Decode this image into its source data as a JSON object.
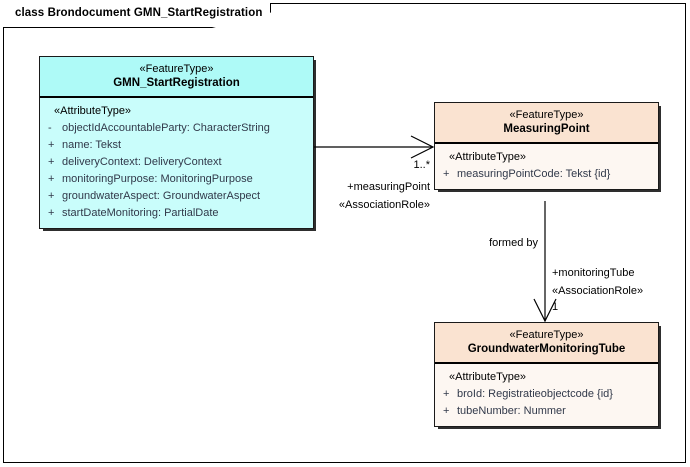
{
  "frame": {
    "title": "class Brondocument GMN_StartRegistration"
  },
  "classes": [
    {
      "id": "gmn-start-registration",
      "stereotype": "«FeatureType»",
      "name": "GMN_StartRegistration",
      "section_stereotype": "«AttributeType»",
      "attributes": [
        {
          "visibility": "-",
          "text": "objectIdAccountableParty: CharacterString"
        },
        {
          "visibility": "+",
          "text": "name: Tekst"
        },
        {
          "visibility": "+",
          "text": "deliveryContext: DeliveryContext"
        },
        {
          "visibility": "+",
          "text": "monitoringPurpose: MonitoringPurpose"
        },
        {
          "visibility": "+",
          "text": "groundwaterAspect: GroundwaterAspect"
        },
        {
          "visibility": "+",
          "text": "startDateMonitoring: PartialDate"
        }
      ]
    },
    {
      "id": "measuring-point",
      "stereotype": "«FeatureType»",
      "name": "MeasuringPoint",
      "section_stereotype": "«AttributeType»",
      "attributes": [
        {
          "visibility": "+",
          "text": "measuringPointCode: Tekst {id}"
        }
      ]
    },
    {
      "id": "groundwater-monitoring-tube",
      "stereotype": "«FeatureType»",
      "name": "GroundwaterMonitoringTube",
      "section_stereotype": "«AttributeType»",
      "attributes": [
        {
          "visibility": "+",
          "text": "broId: Registratieobjectcode {id}"
        },
        {
          "visibility": "+",
          "text": "tubeNumber: Nummer"
        }
      ]
    }
  ],
  "associations": [
    {
      "id": "gmn-to-measuringpoint",
      "multiplicity": "1..*",
      "role": "+measuringPoint",
      "stereotype": "«AssociationRole»"
    },
    {
      "id": "measuringpoint-to-tube",
      "name": "formed by",
      "multiplicity": "1",
      "role": "+monitoringTube",
      "stereotype": "«AssociationRole»"
    }
  ],
  "colors": {
    "featuretype_cyan_header": "#aefaf7",
    "featuretype_cyan_body": "#c9fdfb",
    "featuretype_peach_header": "#fae3d1",
    "featuretype_peach_body": "#fdf7f2",
    "line": "#000000",
    "attribute_text": "#31394a"
  }
}
